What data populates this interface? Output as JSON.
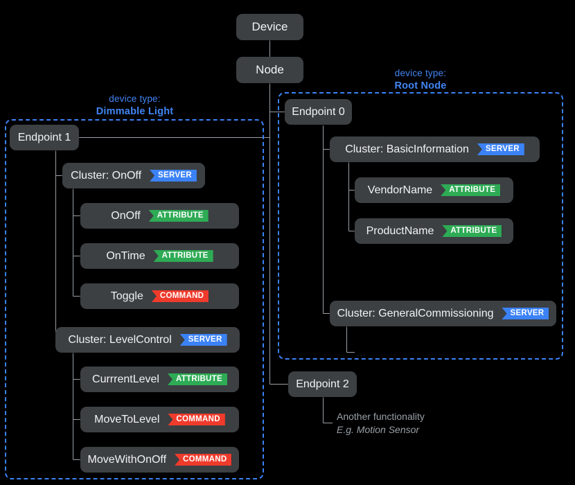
{
  "diagram": {
    "title_nodes": {
      "device": "Device",
      "node": "Node"
    },
    "badges": {
      "server": "SERVER",
      "attribute": "ATTRIBUTE",
      "command": "COMMAND"
    },
    "colors": {
      "background": "#000000",
      "card": "#3c4043",
      "card_text": "#f1f3f4",
      "accent_blue": "#3b82f6",
      "device_type_label": "#4285f4",
      "badge_server": "#3b82f6",
      "badge_attribute": "#2eab55",
      "badge_command": "#ef3b2c",
      "wire": "#9aa0a6",
      "note_text": "#9aa0a6",
      "ellipsis": "#2e3133"
    },
    "groups": [
      {
        "id": "dimmable-light",
        "label_line1": "device type:",
        "label_line2": "Dimmable Light"
      },
      {
        "id": "root-node",
        "label_line1": "device type:",
        "label_line2": "Root Node"
      }
    ],
    "endpoints": {
      "endpoint0": "Endpoint 0",
      "endpoint1": "Endpoint 1",
      "endpoint2": "Endpoint 2"
    },
    "clusters": {
      "onoff": "Cluster: OnOff",
      "levelcontrol": "Cluster: LevelControl",
      "basicinformation": "Cluster: BasicInformation",
      "generalcommissioning": "Cluster: GeneralCommissioning"
    },
    "members": {
      "onoff_attr": "OnOff",
      "ontime_attr": "OnTime",
      "toggle_cmd": "Toggle",
      "currentlevel_attr": "CurrrentLevel",
      "movetolevel_cmd": "MoveToLevel",
      "movewithonoff_cmd": "MoveWithOnOff",
      "vendorname_attr": "VendorName",
      "productname_attr": "ProductName",
      "more_ellipsis": "..."
    },
    "notes": {
      "endpoint2_line1": "Another functionality",
      "endpoint2_line2": "E.g. Motion Sensor"
    }
  }
}
